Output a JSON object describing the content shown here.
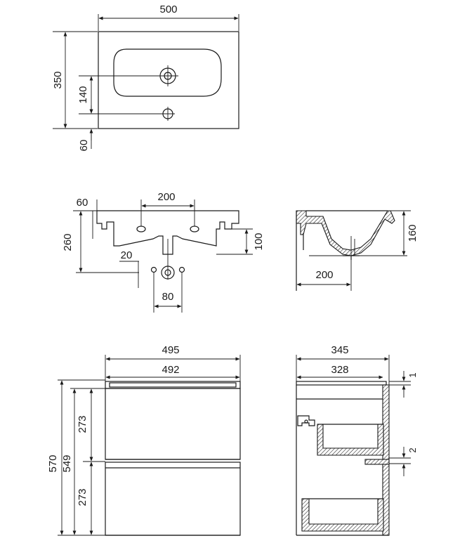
{
  "top_view": {
    "width": "500",
    "depth": "350",
    "hole_distance": "140",
    "hole_offset": "60"
  },
  "front_basin": {
    "edge_offset": "60",
    "hole_spacing": "200",
    "height": "260",
    "bowl_depth": "100",
    "small_offset": "20",
    "outlet_spacing": "80"
  },
  "side_basin": {
    "height": "160",
    "depth": "200"
  },
  "cabinet_front": {
    "outer_width": "495",
    "inner_width": "492",
    "total_height": "570",
    "body_height": "549",
    "drawer_top_height": "273",
    "drawer_bottom_height": "273"
  },
  "cabinet_side": {
    "outer_depth": "345",
    "inner_depth": "328",
    "top_gap": "1",
    "middle_gap": "2"
  }
}
